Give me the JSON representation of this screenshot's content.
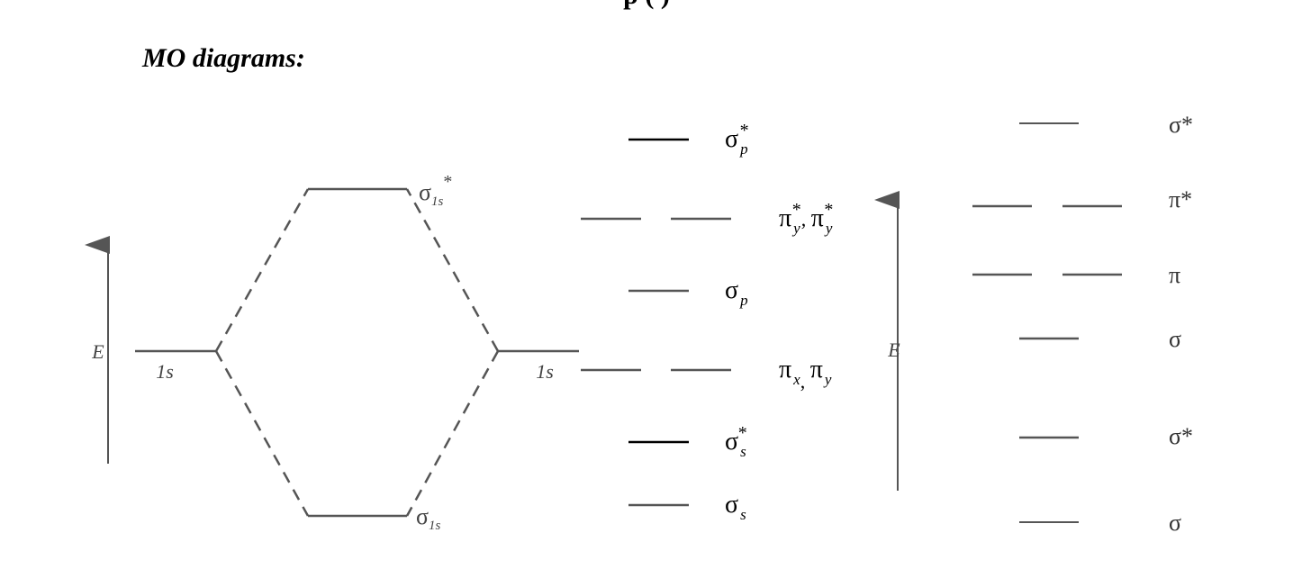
{
  "header": {
    "top_cut_text": "p      ( )"
  },
  "heading": "MO diagrams:",
  "diagram_h2": {
    "energy_axis_label": "E",
    "atomic_left_label": "1s",
    "atomic_right_label": "1s",
    "antibonding_label": {
      "base": "σ",
      "sub": "1s",
      "sup": "*"
    },
    "bonding_label": {
      "base": "σ",
      "sub": "1s",
      "sup": ""
    }
  },
  "diagram_mid": {
    "levels": [
      {
        "base": "σ",
        "sub": "p",
        "sup": "*"
      },
      {
        "base": "π",
        "sub": "y",
        "sup": "*",
        "base2": "π",
        "sub2": "y",
        "sup2": "*",
        "sep": ", "
      },
      {
        "base": "σ",
        "sub": "p",
        "sup": ""
      },
      {
        "base": "π",
        "sub": "x",
        "sup": "",
        "base2": "π",
        "sub2": "y",
        "sup2": "",
        "sep": ", "
      },
      {
        "base": "σ",
        "sub": "s",
        "sup": "*"
      },
      {
        "base": "σ",
        "sub": "s",
        "sup": ""
      }
    ]
  },
  "diagram_right": {
    "energy_axis_label": "E",
    "levels": [
      "σ*",
      "π*",
      "π",
      "σ",
      "σ*",
      "σ"
    ]
  },
  "colors": {
    "line": "#555555",
    "text": "#333333",
    "ink": "#000000"
  }
}
